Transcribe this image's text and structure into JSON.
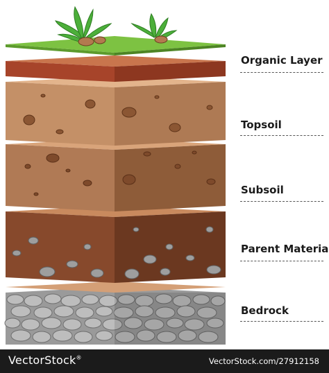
{
  "labels": [
    {
      "id": "organic-layer",
      "text": "Organic Layer"
    },
    {
      "id": "topsoil",
      "text": "Topsoil"
    },
    {
      "id": "subsoil",
      "text": "Subsoil"
    },
    {
      "id": "parent-material",
      "text": "Parent Material"
    },
    {
      "id": "bedrock",
      "text": "Bedrock"
    }
  ],
  "footer": {
    "brand": "VectorStock",
    "brand_mark": "®",
    "url": "VectorStock.com/27912158"
  },
  "colors": {
    "grass_top": "#7dc242",
    "organic_front": "#a7442a",
    "organic_top": "#c9754d",
    "topsoil_front": "#c49067",
    "topsoil_side": "#ae7a54",
    "subsoil_front": "#b07a55",
    "subsoil_side": "#8e5c39",
    "parent_front": "#87492c",
    "parent_side": "#6b3820",
    "bedrock": "#a7a7a7",
    "footer_bg": "#1b1b1b"
  },
  "icons": [
    "grass-tuft-icon",
    "pebble-icon",
    "rock-icon",
    "stone-icon"
  ]
}
